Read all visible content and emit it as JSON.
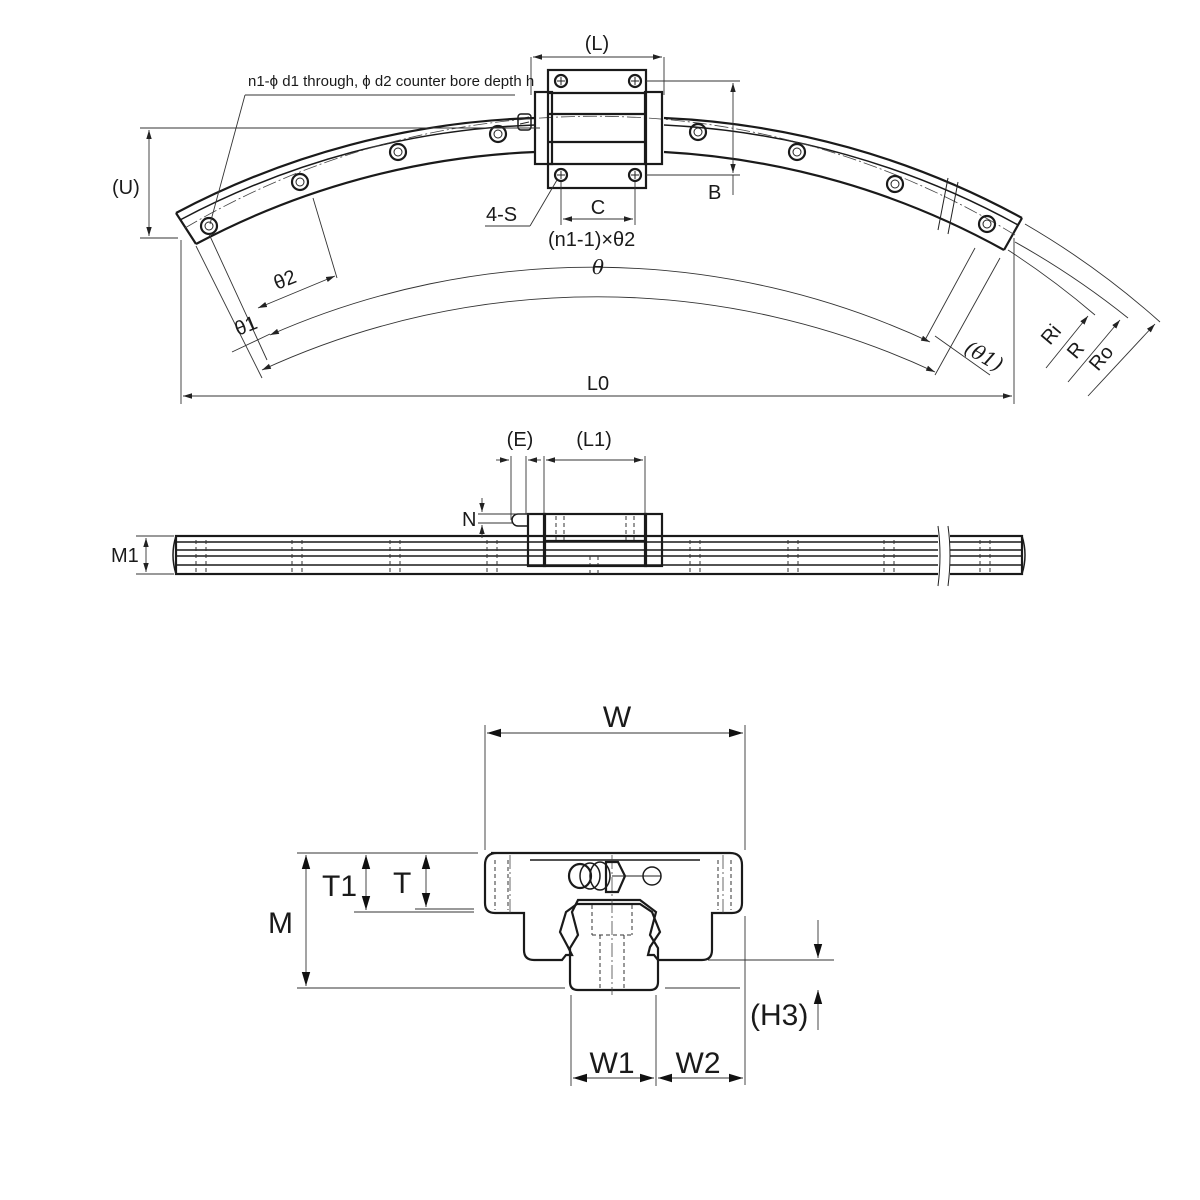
{
  "title": "Curved linear guide rail and block dimension drawing",
  "views": {
    "top_view": {
      "hole_note": "n1-ϕ d1 through, ϕ d2 counter bore depth h",
      "labels": {
        "L": "(L)",
        "U": "(U)",
        "B": "B",
        "C": "C",
        "S": "4-S",
        "pitch": "(n1-1)×θ2",
        "theta": "θ",
        "theta2": "θ2",
        "theta1": "θ1",
        "theta1_paren": "(θ1)",
        "Ri": "Ri",
        "R": "R",
        "Ro": "Ro",
        "L0": "L0"
      }
    },
    "side_view": {
      "labels": {
        "E": "(E)",
        "L1": "(L1)",
        "N": "N",
        "M1": "M1"
      }
    },
    "end_view": {
      "labels": {
        "W": "W",
        "M": "M",
        "T1": "T1",
        "T": "T",
        "H3": "(H3)",
        "W1": "W1",
        "W2": "W2"
      }
    }
  },
  "colors": {
    "line": "#1a1a1a",
    "background": "#ffffff"
  }
}
